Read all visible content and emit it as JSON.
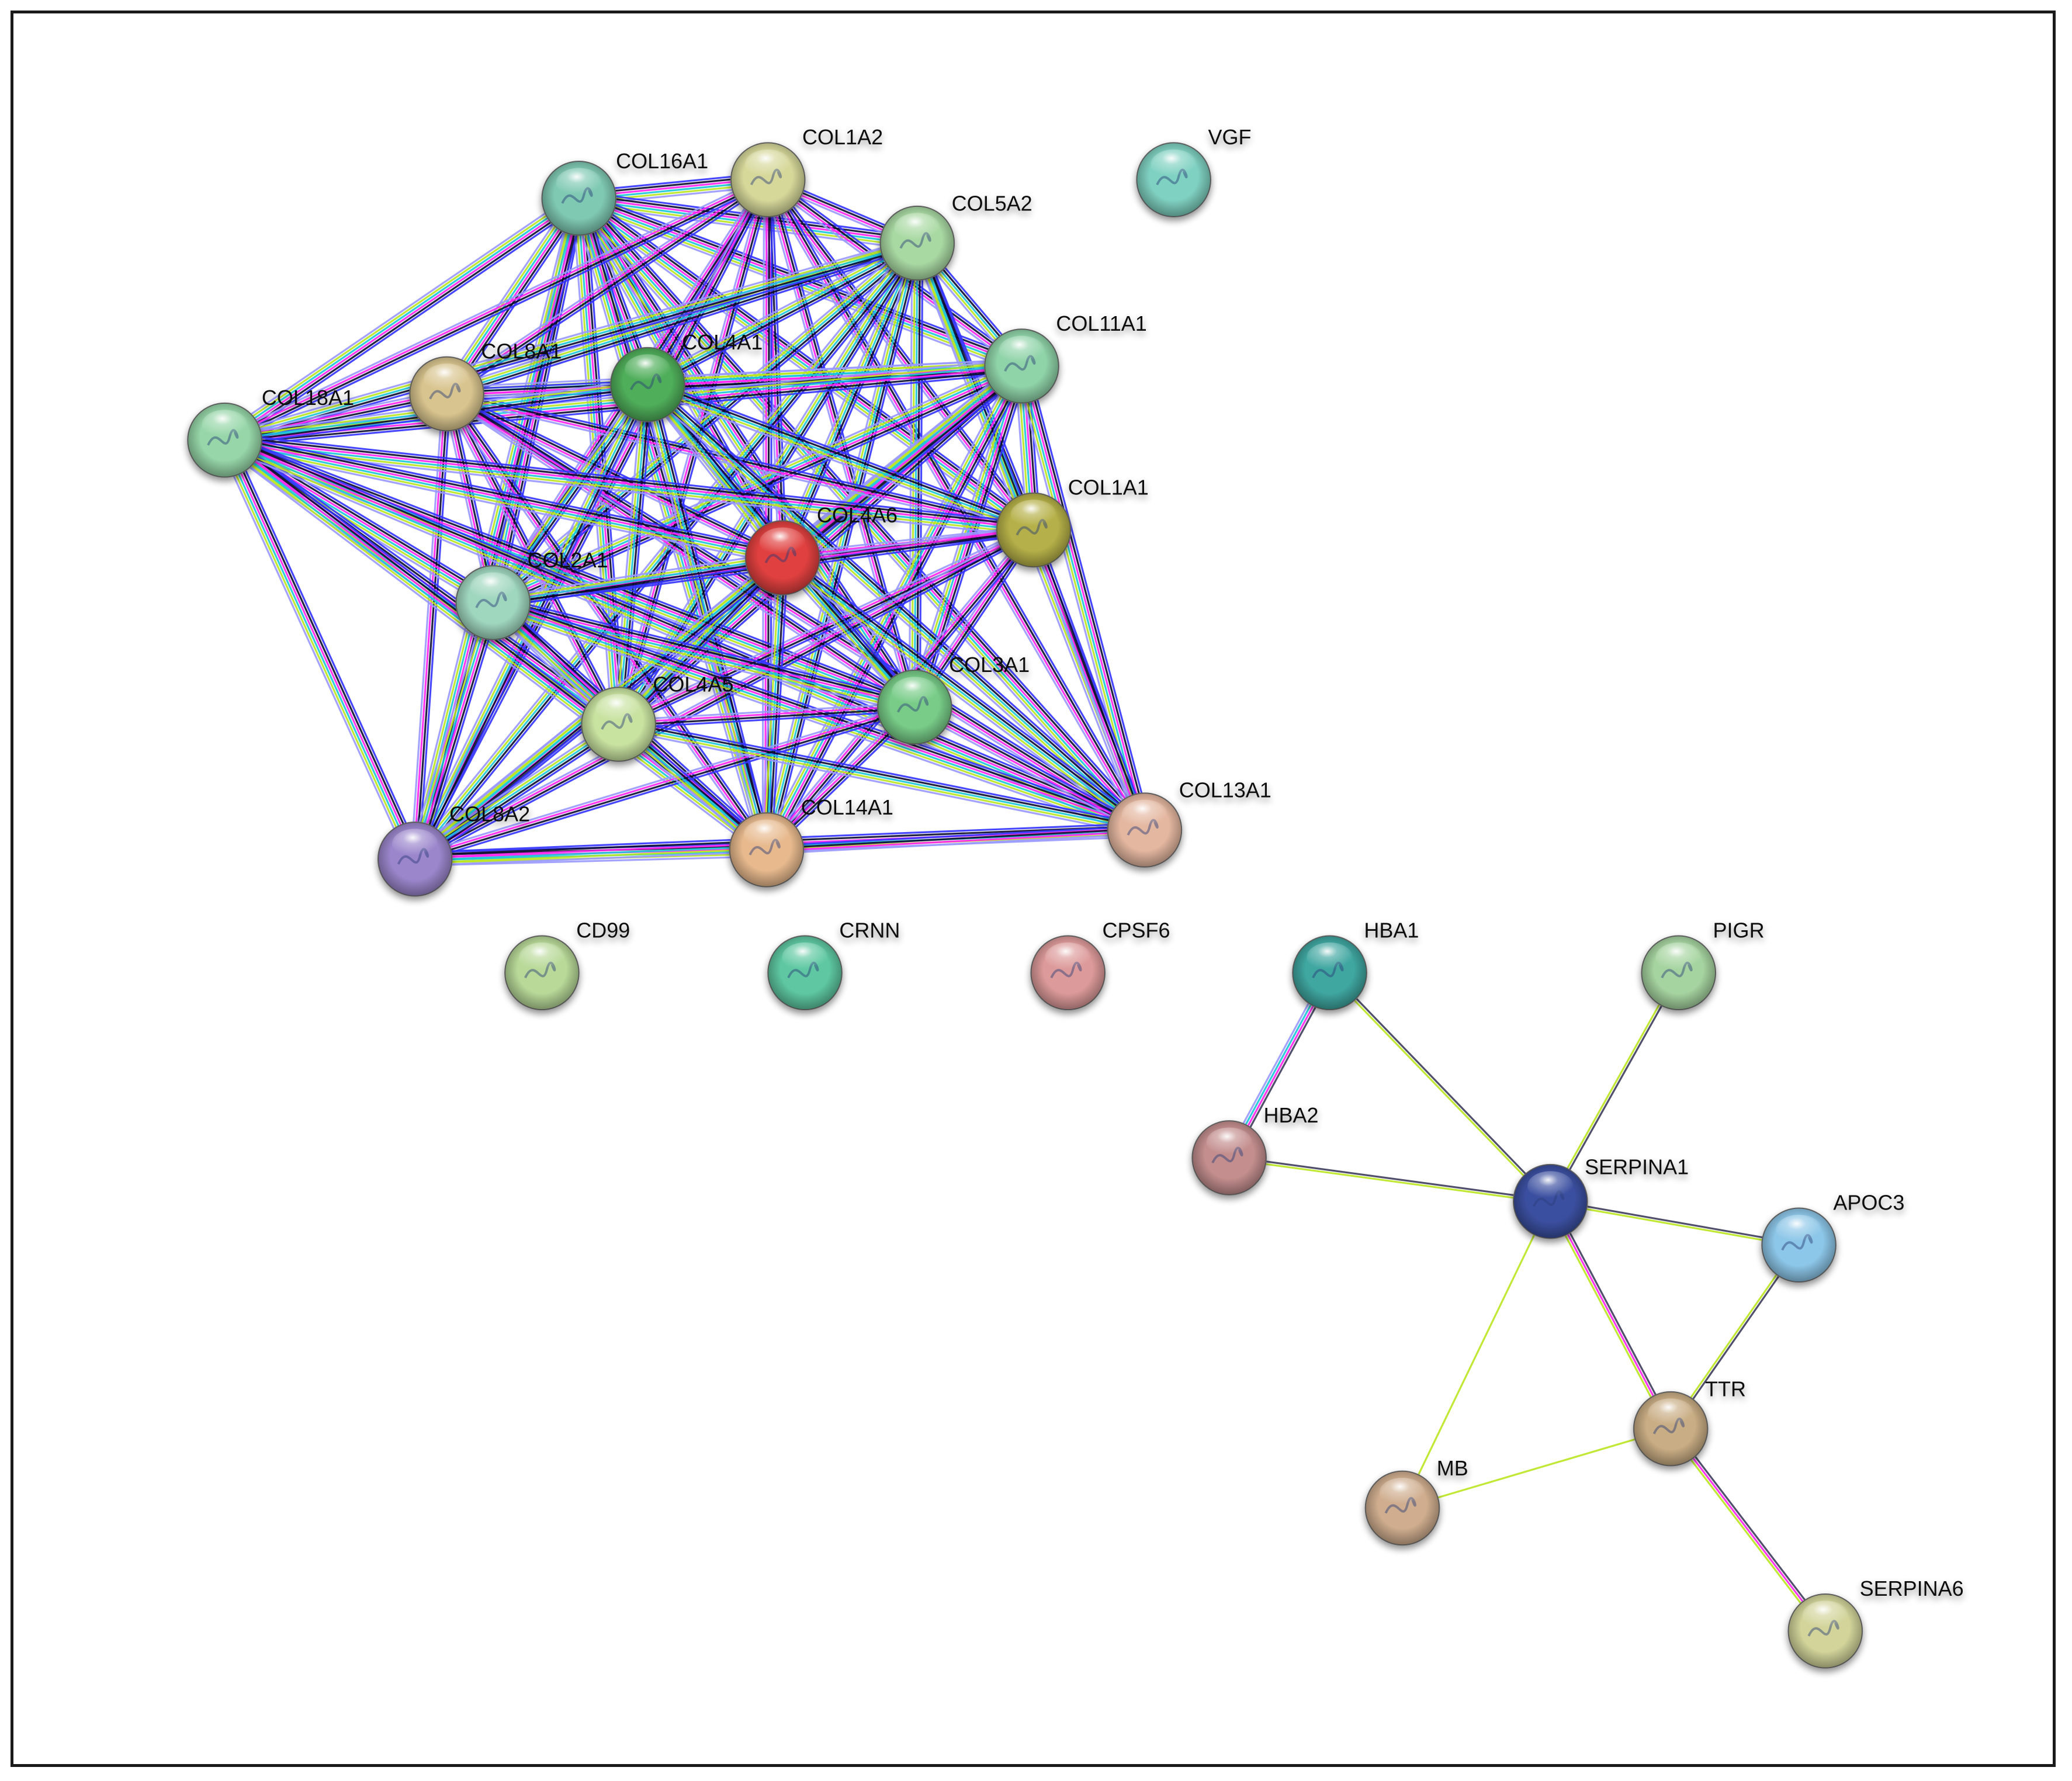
{
  "proteins": [
    {
      "id": "COL16A1",
      "label": "COL16A1",
      "color": "#7fc9b3"
    },
    {
      "id": "COL1A2",
      "label": "COL1A2",
      "color": "#d6d89a"
    },
    {
      "id": "COL5A2",
      "label": "COL5A2",
      "color": "#a9d9a3"
    },
    {
      "id": "VGF",
      "label": "VGF",
      "color": "#7fd1c1"
    },
    {
      "id": "COL11A1",
      "label": "COL11A1",
      "color": "#8fd3a8"
    },
    {
      "id": "COL8A1",
      "label": "COL8A1",
      "color": "#d8c48e"
    },
    {
      "id": "COL4A1",
      "label": "COL4A1",
      "color": "#4fae5a"
    },
    {
      "id": "COL18A1",
      "label": "COL18A1",
      "color": "#96d6a8"
    },
    {
      "id": "COL1A1",
      "label": "COL1A1",
      "color": "#b5b048"
    },
    {
      "id": "COL4A6",
      "label": "COL4A6",
      "color": "#e0403f"
    },
    {
      "id": "COL2A1",
      "label": "COL2A1",
      "color": "#9fd6be"
    },
    {
      "id": "COL3A1",
      "label": "COL3A1",
      "color": "#78cc88"
    },
    {
      "id": "COL4A5",
      "label": "COL4A5",
      "color": "#c8e2a0"
    },
    {
      "id": "COL8A2",
      "label": "COL8A2",
      "color": "#9b86cc"
    },
    {
      "id": "COL14A1",
      "label": "COL14A1",
      "color": "#e7b98d"
    },
    {
      "id": "COL13A1",
      "label": "COL13A1",
      "color": "#e4b7a0"
    },
    {
      "id": "CD99",
      "label": "CD99",
      "color": "#b8d998"
    },
    {
      "id": "CRNN",
      "label": "CRNN",
      "color": "#5ec8a2"
    },
    {
      "id": "CPSF6",
      "label": "CPSF6",
      "color": "#dd9a9a"
    },
    {
      "id": "HBA1",
      "label": "HBA1",
      "color": "#3fa6a0"
    },
    {
      "id": "PIGR",
      "label": "PIGR",
      "color": "#a6d4a0"
    },
    {
      "id": "HBA2",
      "label": "HBA2",
      "color": "#c48e8e"
    },
    {
      "id": "SERPINA1",
      "label": "SERPINA1",
      "color": "#3b4fa0"
    },
    {
      "id": "APOC3",
      "label": "APOC3",
      "color": "#8cc6e8"
    },
    {
      "id": "TTR",
      "label": "TTR",
      "color": "#c9ad84"
    },
    {
      "id": "MB",
      "label": "MB",
      "color": "#cfad8e"
    },
    {
      "id": "SERPINA6",
      "label": "SERPINA6",
      "color": "#d2d49a"
    }
  ],
  "collagen_cluster": [
    "COL16A1",
    "COL1A2",
    "COL5A2",
    "COL11A1",
    "COL8A1",
    "COL4A1",
    "COL18A1",
    "COL1A1",
    "COL4A6",
    "COL2A1",
    "COL3A1",
    "COL4A5",
    "COL8A2",
    "COL14A1",
    "COL13A1"
  ],
  "cluster_edge_colors": [
    "#3333ff",
    "#0a0a2e",
    "#ff22ee",
    "#19c6d8",
    "#b9e51f",
    "#9999ff"
  ],
  "interactions": [
    {
      "a": "HBA1",
      "b": "HBA2",
      "colors": [
        "#3d3d5c",
        "#ff22ee",
        "#19c6d8",
        "#9999ff"
      ]
    },
    {
      "a": "HBA1",
      "b": "SERPINA1",
      "colors": [
        "#3d3d5c",
        "#b9e51f"
      ]
    },
    {
      "a": "HBA2",
      "b": "SERPINA1",
      "colors": [
        "#3d3d5c",
        "#b9e51f"
      ]
    },
    {
      "a": "PIGR",
      "b": "SERPINA1",
      "colors": [
        "#3d3d5c",
        "#b9e51f"
      ]
    },
    {
      "a": "SERPINA1",
      "b": "APOC3",
      "colors": [
        "#3d3d5c",
        "#b9e51f"
      ]
    },
    {
      "a": "SERPINA1",
      "b": "TTR",
      "colors": [
        "#3d3d5c",
        "#ff22ee",
        "#b9e51f"
      ]
    },
    {
      "a": "SERPINA1",
      "b": "MB",
      "colors": [
        "#b9e51f"
      ]
    },
    {
      "a": "APOC3",
      "b": "TTR",
      "colors": [
        "#3d3d5c",
        "#b9e51f"
      ]
    },
    {
      "a": "MB",
      "b": "TTR",
      "colors": [
        "#b9e51f"
      ]
    },
    {
      "a": "TTR",
      "b": "SERPINA6",
      "colors": [
        "#3d3d5c",
        "#ff22ee",
        "#b9e51f"
      ]
    }
  ]
}
